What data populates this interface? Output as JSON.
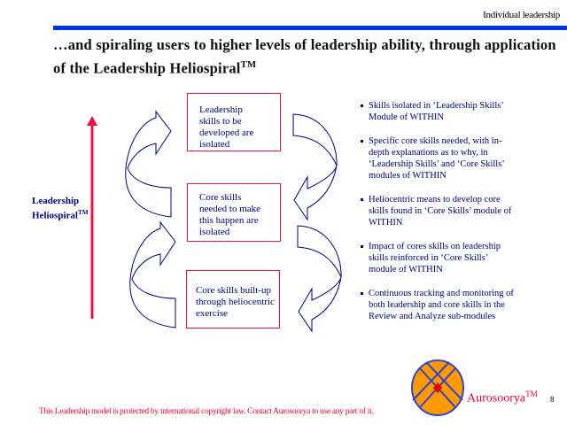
{
  "header": {
    "section": "Individual leadership"
  },
  "title": {
    "text": "…and spiraling users to higher levels of leadership ability, through application of the Leadership Heliospiral",
    "tm": "TM"
  },
  "diagram": {
    "axis_label_line1": "Leadership",
    "axis_label_line2": "Heliospiral",
    "axis_label_tm": "TM",
    "boxes": [
      {
        "text": "Leadership skills to be developed are isolated"
      },
      {
        "text": "Core skills needed to make this happen are isolated"
      },
      {
        "text": "Core skills built-up through heliocentric exercise"
      }
    ]
  },
  "bullets": [
    "Skills isolated in ‘Leadership Skills’ Module of WITHIN",
    "Specific core skills needed, with in-depth explanations as to why, in ‘Leadership Skills’ and ‘Core Skills’ modules of WITHIN",
    "Heliocentric means to develop core skills found in ‘Core Skills’ module of WITHIN",
    "Impact of cores skills on leadership skills reinforced in ‘Core Skills’ module of WITHIN",
    "Continuous tracking and monitoring of both leadership and core skills in the Review and Analyze sub-modules"
  ],
  "footer": {
    "copyright": "This Leadership model is protected by international copyright law.  Contact Aurosoorya to use any part of it.",
    "brand": "Aurosoorya",
    "brand_tm": "TM",
    "page_number": "8"
  },
  "colors": {
    "accent_blue": "#0033ee",
    "text_navy": "#000080",
    "red": "#ee1144",
    "logo_orange": "#ff9900"
  }
}
